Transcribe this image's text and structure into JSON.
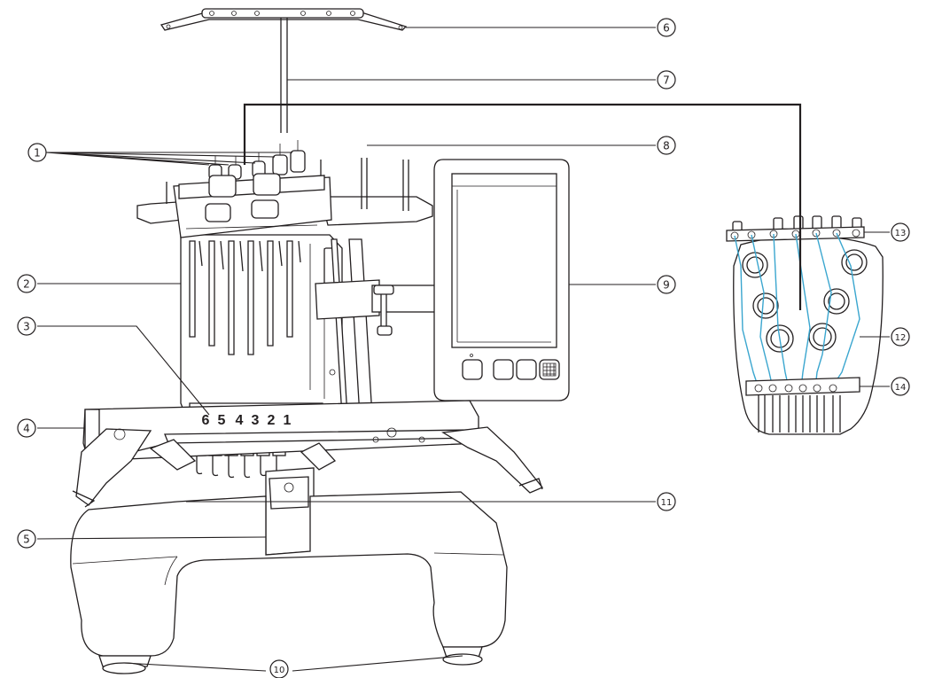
{
  "callouts": [
    {
      "id": "c1",
      "label": "1"
    },
    {
      "id": "c2",
      "label": "2"
    },
    {
      "id": "c3",
      "label": "3"
    },
    {
      "id": "c4",
      "label": "4"
    },
    {
      "id": "c5",
      "label": "5"
    },
    {
      "id": "c6",
      "label": "6"
    },
    {
      "id": "c7",
      "label": "7"
    },
    {
      "id": "c8",
      "label": "8"
    },
    {
      "id": "c9",
      "label": "9"
    },
    {
      "id": "c10",
      "label": "10"
    },
    {
      "id": "c11",
      "label": "11"
    },
    {
      "id": "c12",
      "label": "12"
    },
    {
      "id": "c13",
      "label": "13"
    },
    {
      "id": "c14",
      "label": "14"
    }
  ],
  "needle_numbers": [
    "6",
    "5",
    "4",
    "3",
    "2",
    "1"
  ],
  "colors": {
    "line": "#231f20",
    "thread": "#3aa6cf",
    "background": "#ffffff"
  }
}
